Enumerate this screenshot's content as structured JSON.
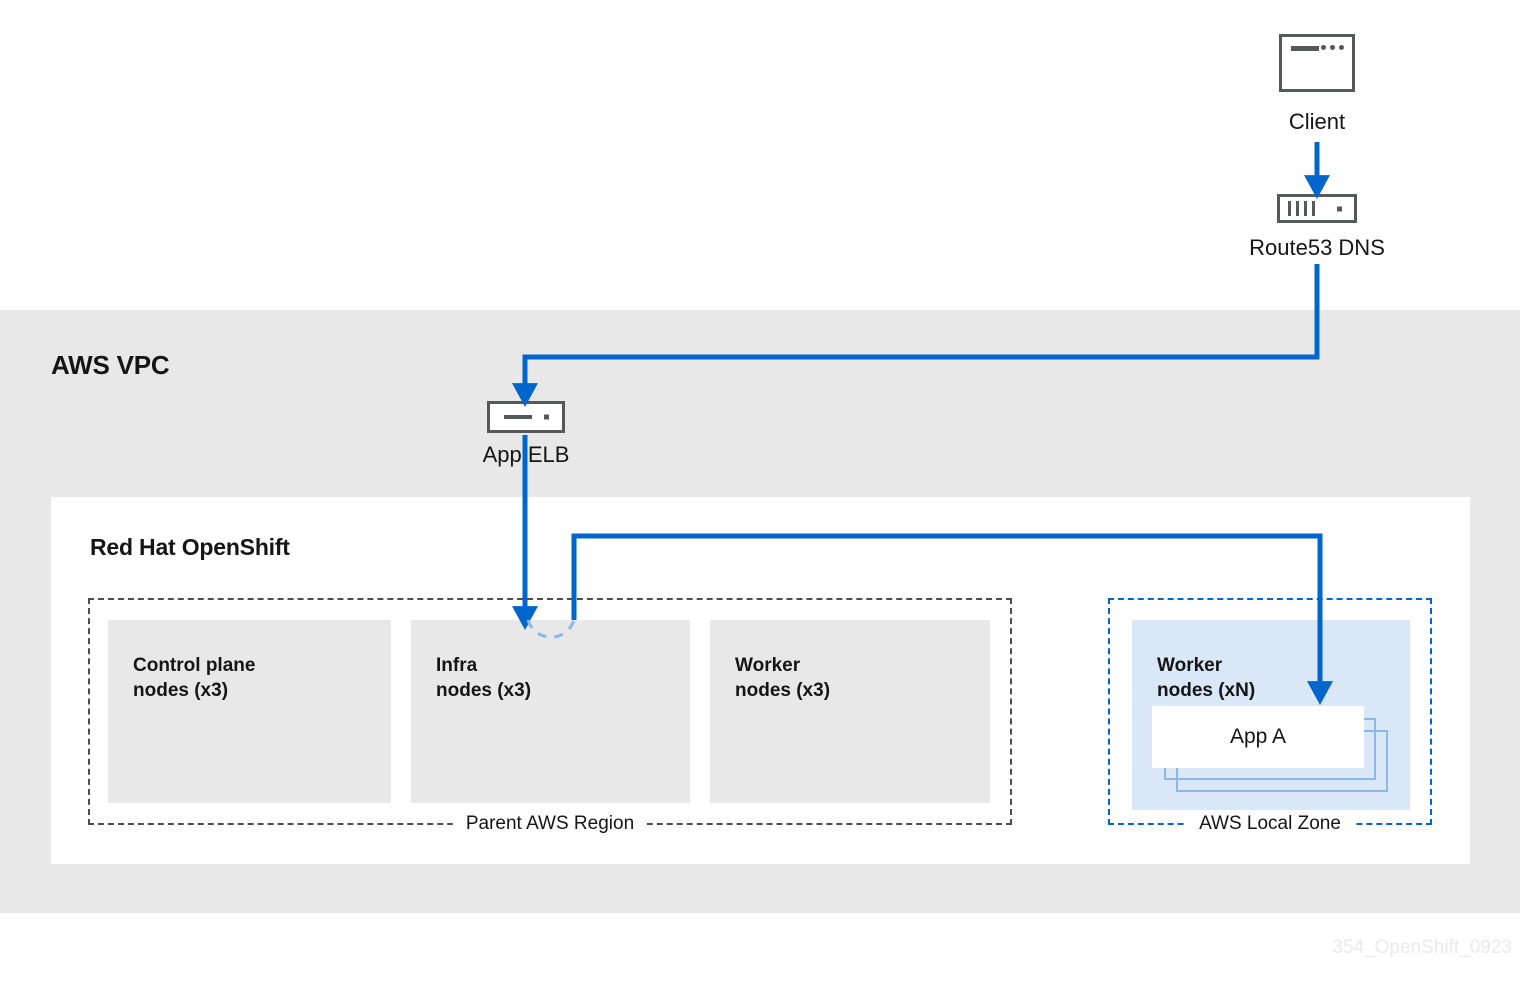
{
  "diagram": {
    "watermark": "354_OpenShift_0923",
    "colors": {
      "accent_blue": "#0066cc",
      "light_blue_fill": "#d9e7f7",
      "light_blue_stroke": "#8ab8e8",
      "band_gray": "#e8e8e8",
      "node_gray": "#e8e8e8",
      "icon_gray": "#57585a",
      "dashed_gray": "#4d4d4d",
      "text_black": "#151515",
      "watermark_gray": "#eaeaea"
    }
  },
  "external": {
    "client": {
      "label": "Client",
      "icon": "browser-window-icon"
    },
    "dns": {
      "label": "Route53 DNS",
      "icon": "dns-server-icon"
    }
  },
  "vpc": {
    "title": "AWS VPC",
    "elb": {
      "label": "App ELB",
      "icon": "load-balancer-icon"
    }
  },
  "openshift": {
    "title": "Red Hat OpenShift",
    "parent_region": {
      "label": "Parent AWS Region",
      "nodes": [
        {
          "label": "Control plane\nnodes (x3)",
          "name": "control-plane-nodes"
        },
        {
          "label": "Infra\nnodes (x3)",
          "name": "infra-nodes"
        },
        {
          "label": "Worker\nnodes (x3)",
          "name": "worker-nodes"
        }
      ]
    },
    "local_zone": {
      "label": "AWS Local Zone",
      "nodes": [
        {
          "label": "Worker\nnodes (xN)",
          "name": "local-zone-worker-nodes"
        }
      ],
      "app": {
        "label": "App A",
        "name": "app-a-card"
      }
    }
  },
  "connections": [
    {
      "name": "client-to-dns",
      "from": "Client",
      "to": "Route53 DNS"
    },
    {
      "name": "dns-to-elb",
      "from": "Route53 DNS",
      "to": "App ELB"
    },
    {
      "name": "elb-to-infra",
      "from": "App ELB",
      "to": "Infra nodes (x3)"
    },
    {
      "name": "infra-to-local-zone",
      "from": "Infra nodes (x3)",
      "to": "App A"
    }
  ]
}
